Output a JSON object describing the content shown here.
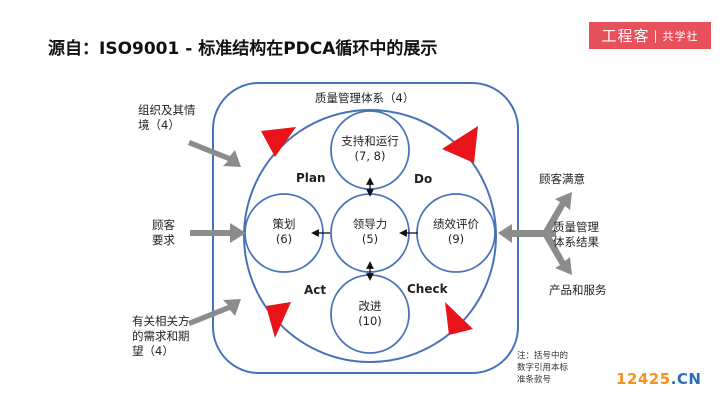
{
  "title": "源自：ISO9001 - 标准结构在PDCA循环中的展示",
  "logo": {
    "main": "工程客",
    "sub": "共学社"
  },
  "system_label": "质量管理体系（4）",
  "circles": {
    "support": {
      "name": "支持和运行",
      "clause": "(7, 8)"
    },
    "planning": {
      "name": "策划",
      "clause": "(6)"
    },
    "leadership": {
      "name": "领导力",
      "clause": "(5)"
    },
    "evaluation": {
      "name": "绩效评价",
      "clause": "(9)"
    },
    "improvement": {
      "name": "改进",
      "clause": "(10)"
    }
  },
  "phases": {
    "plan": "Plan",
    "do": "Do",
    "act": "Act",
    "check": "Check"
  },
  "inputs": {
    "context": [
      "组织及其情",
      "境（4）"
    ],
    "requirements": [
      "顾客",
      "要求"
    ],
    "interested": [
      "有关相关方",
      "的需求和期",
      "望（4）"
    ]
  },
  "outputs": {
    "satisfaction": "顾客满意",
    "qms_results": [
      "质量管理",
      "体系结果"
    ],
    "products": "产品和服务"
  },
  "note": [
    "注：括号中的",
    "数字引用本标",
    "准条款号"
  ],
  "watermark": {
    "a": "12425",
    "b": ".CN"
  },
  "colors": {
    "ring": "#4a72b8",
    "arrow_gray": "#8c8c8c",
    "triangle_red": "#e8141a",
    "logo_bg": "#e8505b"
  }
}
